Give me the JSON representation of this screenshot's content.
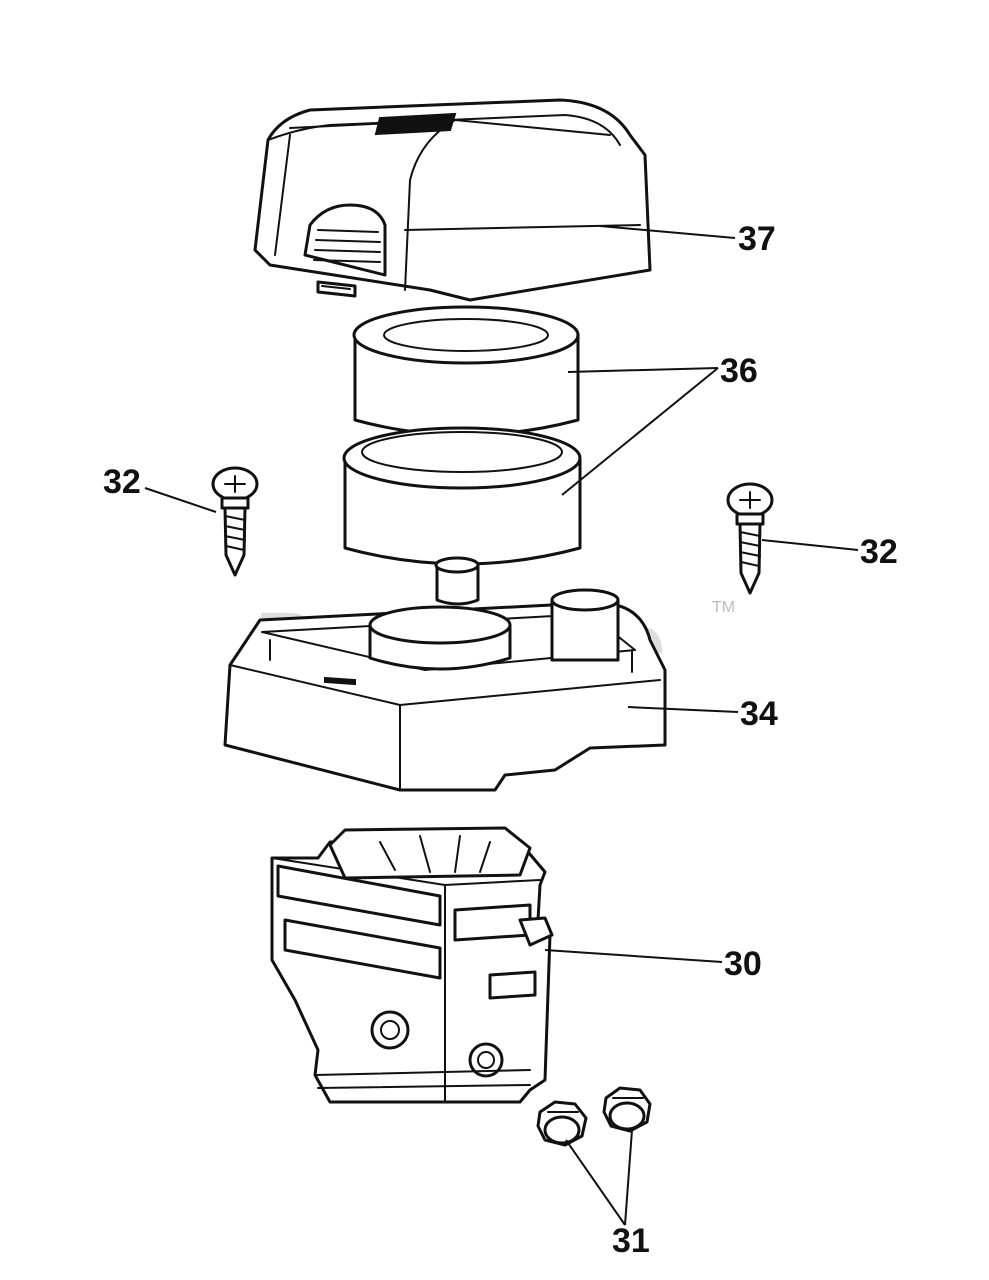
{
  "watermark": {
    "text": "PartsTree",
    "trademark": "TM"
  },
  "callouts": [
    {
      "id": "37",
      "label": "37"
    },
    {
      "id": "36",
      "label": "36"
    },
    {
      "id": "32-left",
      "label": "32"
    },
    {
      "id": "32-right",
      "label": "32"
    },
    {
      "id": "34",
      "label": "34"
    },
    {
      "id": "30",
      "label": "30"
    },
    {
      "id": "31",
      "label": "31"
    }
  ],
  "colors": {
    "ink": "#111111",
    "watermark": "#d4d4d4",
    "background": "#ffffff"
  }
}
